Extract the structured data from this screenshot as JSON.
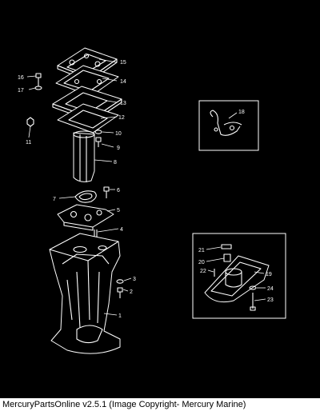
{
  "caption": "MercuryPartsOnline v2.5.1 (Image Copyright- Mercury Marine)",
  "colors": {
    "background": "#000000",
    "line": "#ffffff",
    "caption_bg": "#ffffff",
    "caption_text": "#000000"
  },
  "callouts": {
    "c1": "1",
    "c2": "2",
    "c3": "3",
    "c4": "4",
    "c5": "5",
    "c6": "6",
    "c7": "7",
    "c8": "8",
    "c9": "9",
    "c10": "10",
    "c11": "11",
    "c12": "12",
    "c13": "13",
    "c14": "14",
    "c15": "15",
    "c16": "16",
    "c17": "17",
    "c18": "18",
    "c19": "19",
    "c20": "20",
    "c21": "21",
    "c22": "22",
    "c23": "23",
    "c24": "24"
  }
}
